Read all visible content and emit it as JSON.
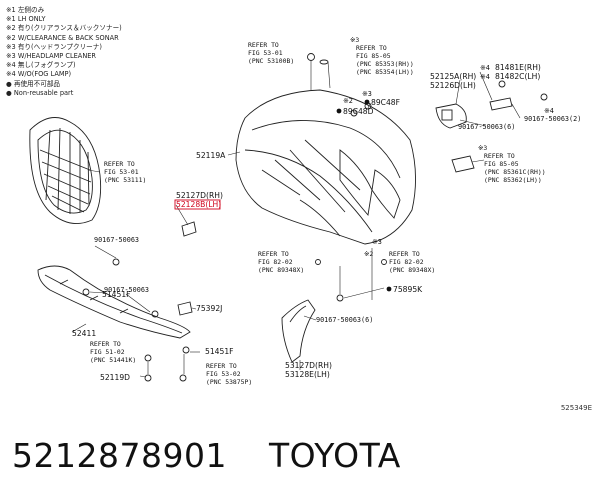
{
  "legend": [
    "※1 左側のみ",
    "※1 LH ONLY",
    "※2 有り(クリアランス＆バックソナー)",
    "※2 W/CLEARANCE & BACK SONAR",
    "※3 有り(ヘッドランプクリーナ)",
    "※3 W/HEADLAMP CLEANER",
    "※4 無し(フォグランプ)",
    "※4 W/O(FOG LAMP)",
    "● 再使用不可部品",
    "● Non-reusable part"
  ],
  "refs": {
    "r53100": [
      "REFER TO",
      "FIG 53-01",
      "(PNC 53100B)"
    ],
    "r85353": [
      "REFER TO",
      "FIG 85-05",
      "(PNC 85353(RH))",
      "(PNC 85354(LH))"
    ],
    "r53111": [
      "REFER TO",
      "FIG 53-01",
      "(PNC 53111)"
    ],
    "r85361": [
      "REFER TO",
      "FIG 85-05",
      "(PNC 85361C(RH))",
      "(PNC 85362(LH))"
    ],
    "r89348a": [
      "REFER TO",
      "FIG 82-02",
      "(PNC 89348X)"
    ],
    "r89348b": [
      "REFER TO",
      "FIG 82-02",
      "(PNC 89348X)"
    ],
    "r51441": [
      "REFER TO",
      "FIG 51-02",
      "(PNC 51441K)"
    ],
    "r53875": [
      "REFER TO",
      "FIG 53-02",
      "(PNC 53875P)"
    ]
  },
  "marks": {
    "m3a": "※3",
    "m3b": "※3",
    "m2a": "※2",
    "m2b": "※2",
    "m4a": "※4",
    "m4b": "※4",
    "m4c": "※4",
    "m3c": "※3",
    "m3d": "※3"
  },
  "parts": {
    "p52125": "52125A(RH)",
    "p52126": "52126D(LH)",
    "p81481": "81481E(RH)",
    "p81482": "81482C(LH)",
    "p89c48f": "89C48F",
    "p89c48d": "89C48D",
    "p90167a": "90167-50063(2)",
    "p90167b": "90167-50063(6)",
    "p52119": "52119A",
    "p52127": "52127D(RH)",
    "p52128": "52128B(LH)",
    "p90167c": "90167-50063",
    "p51451a": "51451F",
    "p90167d": "90167-50063",
    "p75392": "75392J",
    "p52411": "52411",
    "p51451b": "51451F",
    "p52119d": "52119D",
    "p75895": "75895K",
    "p90167e": "90167-50063(6)",
    "p53127": "53127D(RH)",
    "p53128": "53128E(LH)"
  },
  "illustration_no": "525349E",
  "footer": {
    "part_number": "5212878901",
    "brand": "TOYOTA"
  },
  "colors": {
    "highlight": "#d0021b",
    "line": "#222222"
  }
}
